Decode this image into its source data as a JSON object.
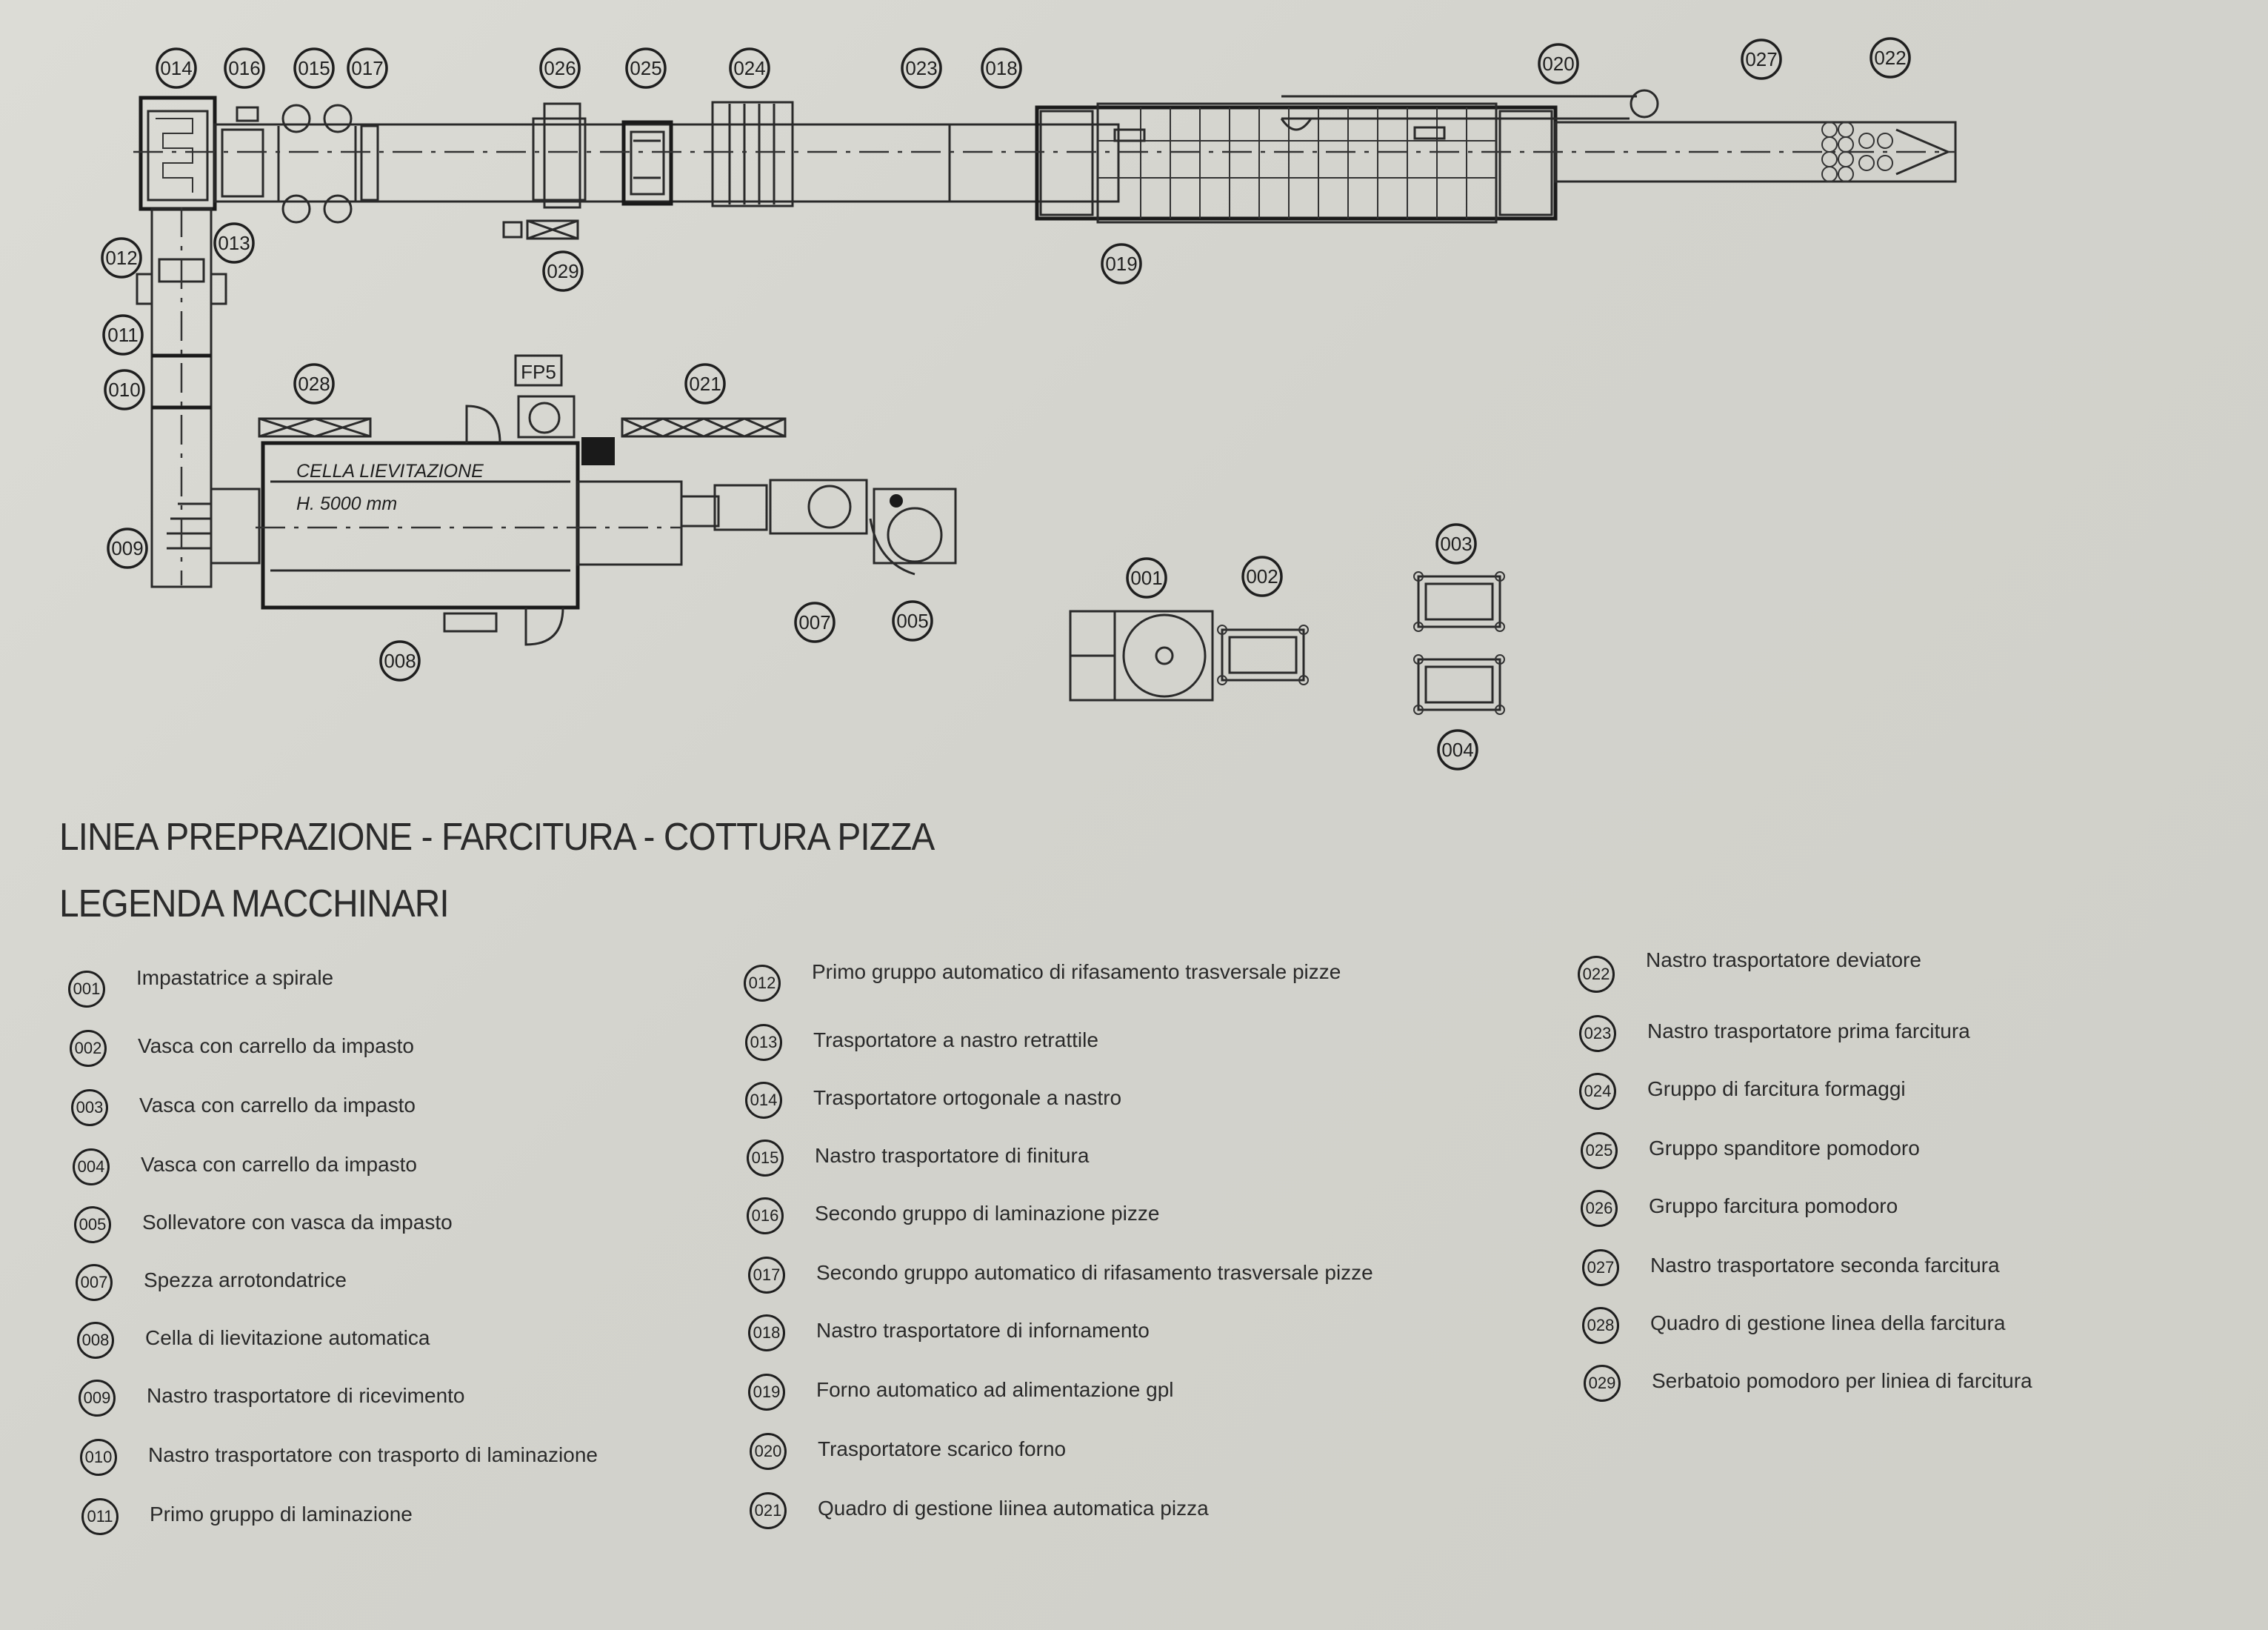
{
  "title": "LINEA PREPRAZIONE - FARCITURA - COTTURA PIZZA",
  "subtitle": "LEGENDA MACCHINARI",
  "drawing": {
    "fp_label": "FP5",
    "cell_name": "CELLA LIEVITAZIONE",
    "cell_height": "H. 5000 mm",
    "bubbles": [
      "014",
      "016",
      "015",
      "017",
      "026",
      "025",
      "024",
      "023",
      "018",
      "020",
      "027",
      "022",
      "013",
      "029",
      "019",
      "012",
      "011",
      "010",
      "028",
      "021",
      "009",
      "008",
      "007",
      "005",
      "001",
      "002",
      "003",
      "004"
    ]
  },
  "legend": [
    {
      "code": "001",
      "text": "Impastatrice a spirale"
    },
    {
      "code": "002",
      "text": "Vasca con carrello da impasto"
    },
    {
      "code": "003",
      "text": "Vasca con carrello da impasto"
    },
    {
      "code": "004",
      "text": "Vasca con carrello da impasto"
    },
    {
      "code": "005",
      "text": "Sollevatore con vasca da impasto"
    },
    {
      "code": "007",
      "text": "Spezza arrotondatrice"
    },
    {
      "code": "008",
      "text": "Cella di lievitazione automatica"
    },
    {
      "code": "009",
      "text": "Nastro trasportatore di ricevimento"
    },
    {
      "code": "010",
      "text": "Nastro trasportatore con trasporto di laminazione"
    },
    {
      "code": "011",
      "text": "Primo gruppo di laminazione"
    },
    {
      "code": "012",
      "text": "Primo gruppo automatico di rifasamento trasversale pizze"
    },
    {
      "code": "013",
      "text": "Trasportatore a nastro retrattile"
    },
    {
      "code": "014",
      "text": "Trasportatore ortogonale a nastro"
    },
    {
      "code": "015",
      "text": "Nastro trasportatore di finitura"
    },
    {
      "code": "016",
      "text": "Secondo gruppo di laminazione pizze"
    },
    {
      "code": "017",
      "text": "Secondo gruppo automatico di rifasamento trasversale pizze"
    },
    {
      "code": "018",
      "text": "Nastro trasportatore di infornamento"
    },
    {
      "code": "019",
      "text": "Forno automatico ad alimentazione gpl"
    },
    {
      "code": "020",
      "text": "Trasportatore scarico forno"
    },
    {
      "code": "021",
      "text": "Quadro di gestione liinea automatica pizza"
    },
    {
      "code": "022",
      "text": "Nastro trasportatore deviatore"
    },
    {
      "code": "023",
      "text": "Nastro trasportatore prima farcitura"
    },
    {
      "code": "024",
      "text": "Gruppo di farcitura formaggi"
    },
    {
      "code": "025",
      "text": "Gruppo spanditore pomodoro"
    },
    {
      "code": "026",
      "text": "Gruppo farcitura pomodoro"
    },
    {
      "code": "027",
      "text": "Nastro trasportatore seconda farcitura"
    },
    {
      "code": "028",
      "text": "Quadro di gestione linea della farcitura"
    },
    {
      "code": "029",
      "text": "Serbatoio pomodoro per liniea di farcitura"
    }
  ]
}
